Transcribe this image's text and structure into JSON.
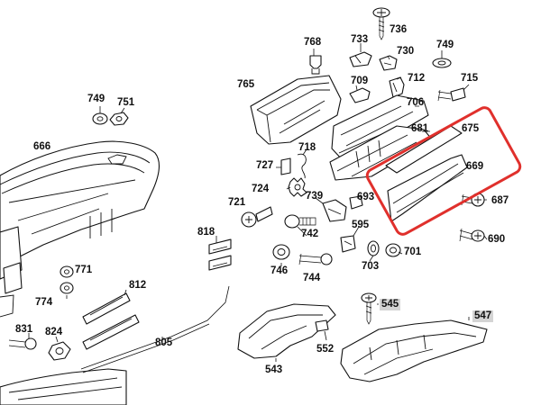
{
  "diagram": {
    "labels": [
      {
        "id": "l666",
        "text": "666"
      },
      {
        "id": "l749a",
        "text": "749"
      },
      {
        "id": "l751",
        "text": "751"
      },
      {
        "id": "l765",
        "text": "765"
      },
      {
        "id": "l768",
        "text": "768"
      },
      {
        "id": "l733",
        "text": "733"
      },
      {
        "id": "l736",
        "text": "736"
      },
      {
        "id": "l730",
        "text": "730"
      },
      {
        "id": "l749b",
        "text": "749"
      },
      {
        "id": "l709",
        "text": "709"
      },
      {
        "id": "l712",
        "text": "712"
      },
      {
        "id": "l715",
        "text": "715"
      },
      {
        "id": "l706",
        "text": "706"
      },
      {
        "id": "l681",
        "text": "681"
      },
      {
        "id": "l675",
        "text": "675"
      },
      {
        "id": "l669",
        "text": "669"
      },
      {
        "id": "l718",
        "text": "718"
      },
      {
        "id": "l727",
        "text": "727"
      },
      {
        "id": "l724",
        "text": "724"
      },
      {
        "id": "l739",
        "text": "739"
      },
      {
        "id": "l693",
        "text": "693"
      },
      {
        "id": "l687",
        "text": "687"
      },
      {
        "id": "l721",
        "text": "721"
      },
      {
        "id": "l595",
        "text": "595"
      },
      {
        "id": "l690",
        "text": "690"
      },
      {
        "id": "l742",
        "text": "742"
      },
      {
        "id": "l818",
        "text": "818"
      },
      {
        "id": "l746",
        "text": "746"
      },
      {
        "id": "l703",
        "text": "703"
      },
      {
        "id": "l701",
        "text": "701"
      },
      {
        "id": "l744",
        "text": "744"
      },
      {
        "id": "l771",
        "text": "771"
      },
      {
        "id": "l774",
        "text": "774"
      },
      {
        "id": "l812",
        "text": "812"
      },
      {
        "id": "l545",
        "text": "545"
      },
      {
        "id": "l547",
        "text": "547"
      },
      {
        "id": "l831",
        "text": "831"
      },
      {
        "id": "l824",
        "text": "824"
      },
      {
        "id": "l805",
        "text": "805"
      },
      {
        "id": "l552",
        "text": "552"
      },
      {
        "id": "l543",
        "text": "543"
      }
    ],
    "highlight_color": "#e0302c",
    "shaded_label_color": "#d4d4d4",
    "line_color": "#111111"
  }
}
